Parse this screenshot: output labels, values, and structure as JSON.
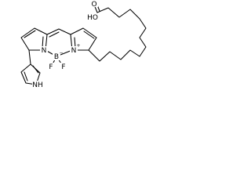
{
  "molecule": {
    "atoms": {
      "carboxyl_oxygen": "O",
      "hydroxyl": "HO",
      "pyrrole_nh": "NH",
      "boron": "B",
      "boron_charge": "−",
      "fluorine_left": "F",
      "fluorine_right": "F",
      "nitrogen_left": "N",
      "nitrogen_right": "N",
      "nitrogen_right_charge": "+"
    }
  }
}
